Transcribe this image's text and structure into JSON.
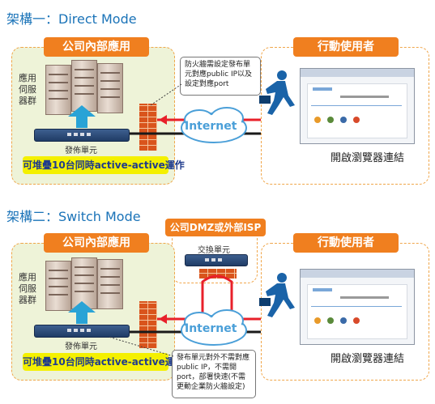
{
  "arch1": {
    "title": "架構一：Direct Mode",
    "left_header": "公司內部應用",
    "right_header": "行動使用者",
    "server_group_label": "應用伺服器群",
    "publish_unit_label": "發佈單元",
    "stack_label": "可堆疊10台同時active-active運作",
    "note": "防火牆需設定發布單元對應public IP以及設定對應port",
    "internet_label": "Internet",
    "browser_label": "開啟瀏覽器連結"
  },
  "arch2": {
    "title": "架構二：Switch Mode",
    "left_header": "公司內部應用",
    "mid_header": "公司DMZ或外部ISP",
    "switch_label": "交換單元",
    "right_header": "行動使用者",
    "server_group_label": "應用伺服器群",
    "publish_unit_label": "發佈單元",
    "stack_label": "可堆疊10台同時active-active運作",
    "note": "發布單元對外不需對應public IP，不需開port，部署快速(不需更動企業防火牆設定)",
    "internet_label": "Internet",
    "browser_label": "開啟瀏覽器連結"
  },
  "colors": {
    "accent_orange": "#f07f1f",
    "label_yellow": "#f4f000",
    "title_blue": "#1a73b8",
    "arrow_red": "#e8202a",
    "line_dark": "#1a1a1a",
    "upload_cyan": "#29a3d6"
  }
}
